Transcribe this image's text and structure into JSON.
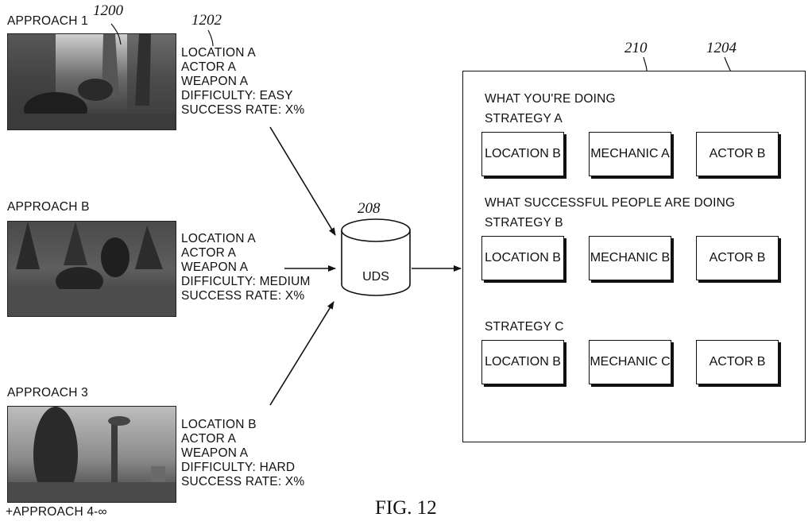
{
  "refs": {
    "r1200": "1200",
    "r1202": "1202",
    "r208": "208",
    "r210": "210",
    "r1204": "1204"
  },
  "approaches": [
    {
      "title": "APPROACH 1",
      "lines": [
        "LOCATION A",
        "ACTOR A",
        "WEAPON A",
        "DIFFICULTY: EASY",
        "SUCCESS RATE: X%"
      ]
    },
    {
      "title": "APPROACH B",
      "lines": [
        "LOCATION A",
        "ACTOR A",
        "WEAPON A",
        "DIFFICULTY: MEDIUM",
        "SUCCESS RATE: X%"
      ]
    },
    {
      "title": "APPROACH 3",
      "lines": [
        "LOCATION B",
        "ACTOR A",
        "WEAPON A",
        "DIFFICULTY: HARD",
        "SUCCESS RATE: X%"
      ]
    }
  ],
  "more_approaches": "+APPROACH 4-∞",
  "database": {
    "label": "UDS"
  },
  "panel": {
    "heading_doing": "WHAT YOU'RE DOING",
    "heading_successful": "WHAT SUCCESSFUL PEOPLE ARE DOING",
    "strategies": [
      {
        "name": "STRATEGY A",
        "cells": [
          "LOCATION B",
          "MECHANIC A",
          "ACTOR B"
        ]
      },
      {
        "name": "STRATEGY B",
        "cells": [
          "LOCATION B",
          "MECHANIC B",
          "ACTOR B"
        ]
      },
      {
        "name": "STRATEGY C",
        "cells": [
          "LOCATION B",
          "MECHANIC C",
          "ACTOR B"
        ]
      }
    ]
  },
  "caption": "FIG. 12"
}
